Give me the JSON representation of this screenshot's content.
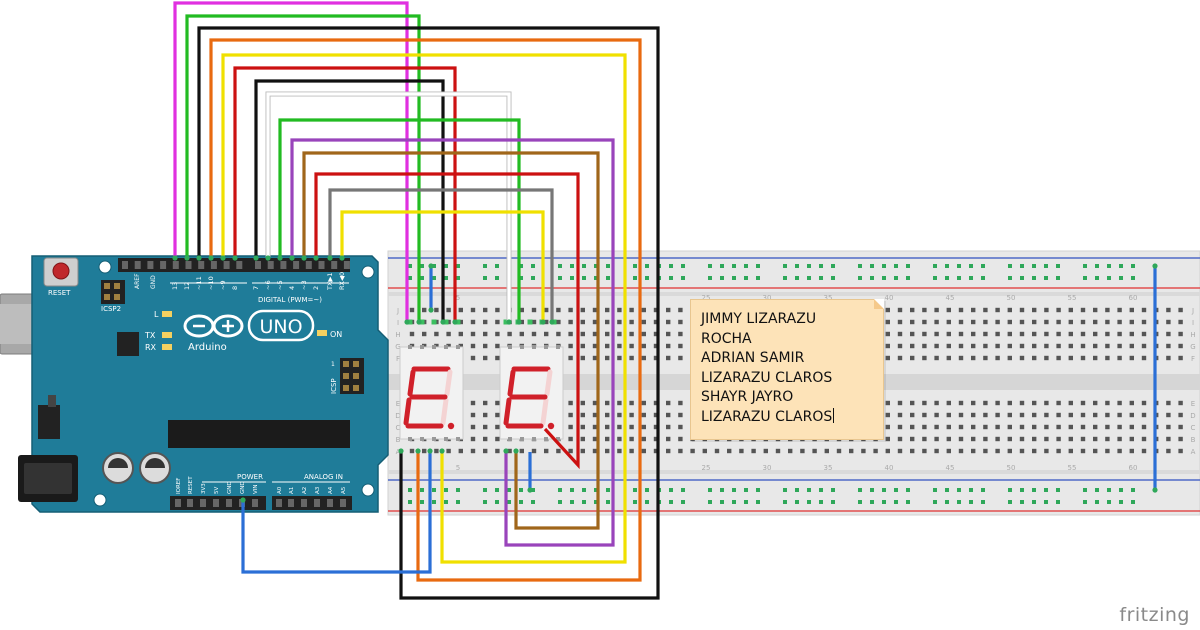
{
  "arduino": {
    "reset_label": "RESET",
    "icsp2_label": "ICSP2",
    "aref_label": "AREF",
    "gnd_label": "GND",
    "digital_label": "DIGITAL (PWM=~)",
    "digital_pins": [
      "13",
      "12",
      "~11",
      "~10",
      "~9",
      "8",
      "7",
      "~6",
      "~5",
      "4",
      "~3",
      "2",
      "TX▶1",
      "RX◀0"
    ],
    "l_label": "L",
    "tx_label": "TX",
    "rx_label": "RX",
    "on_label": "ON",
    "uno_label": "UNO",
    "arduino_label": "Arduino",
    "icsp_label": "ICSP",
    "icsp_pin1": "1",
    "power_label": "POWER",
    "power_pins": [
      "IOREF",
      "RESET",
      "3V3",
      "5V",
      "GND",
      "GND",
      "VIN"
    ],
    "analog_label": "ANALOG IN",
    "analog_pins": [
      "A0",
      "A1",
      "A2",
      "A3",
      "A4",
      "A5"
    ]
  },
  "breadboard": {
    "row_letters_top": [
      "J",
      "I",
      "H",
      "G",
      "F"
    ],
    "row_letters_bottom": [
      "E",
      "D",
      "C",
      "B",
      "A"
    ],
    "column_numbers": [
      "5",
      "25",
      "30",
      "35",
      "40",
      "45",
      "50",
      "55",
      "60"
    ]
  },
  "displays": [
    {
      "digit": "E."
    },
    {
      "digit": "E."
    }
  ],
  "note": {
    "lines": [
      "JIMMY LIZARAZU",
      "ROCHA",
      "ADRIAN SAMIR",
      "LIZARAZU CLAROS",
      "SHAYR JAYRO",
      "LIZARAZU CLAROS"
    ]
  },
  "watermark": "fritzing",
  "colors": {
    "arduino_board": "#1f7c99",
    "breadboard": "#e8e8e8",
    "display_red": "#d0202a",
    "note_bg": "#fde3b8",
    "rail_red": "#e03030",
    "rail_blue": "#3050c0",
    "hole_green": "#3bbf60"
  }
}
